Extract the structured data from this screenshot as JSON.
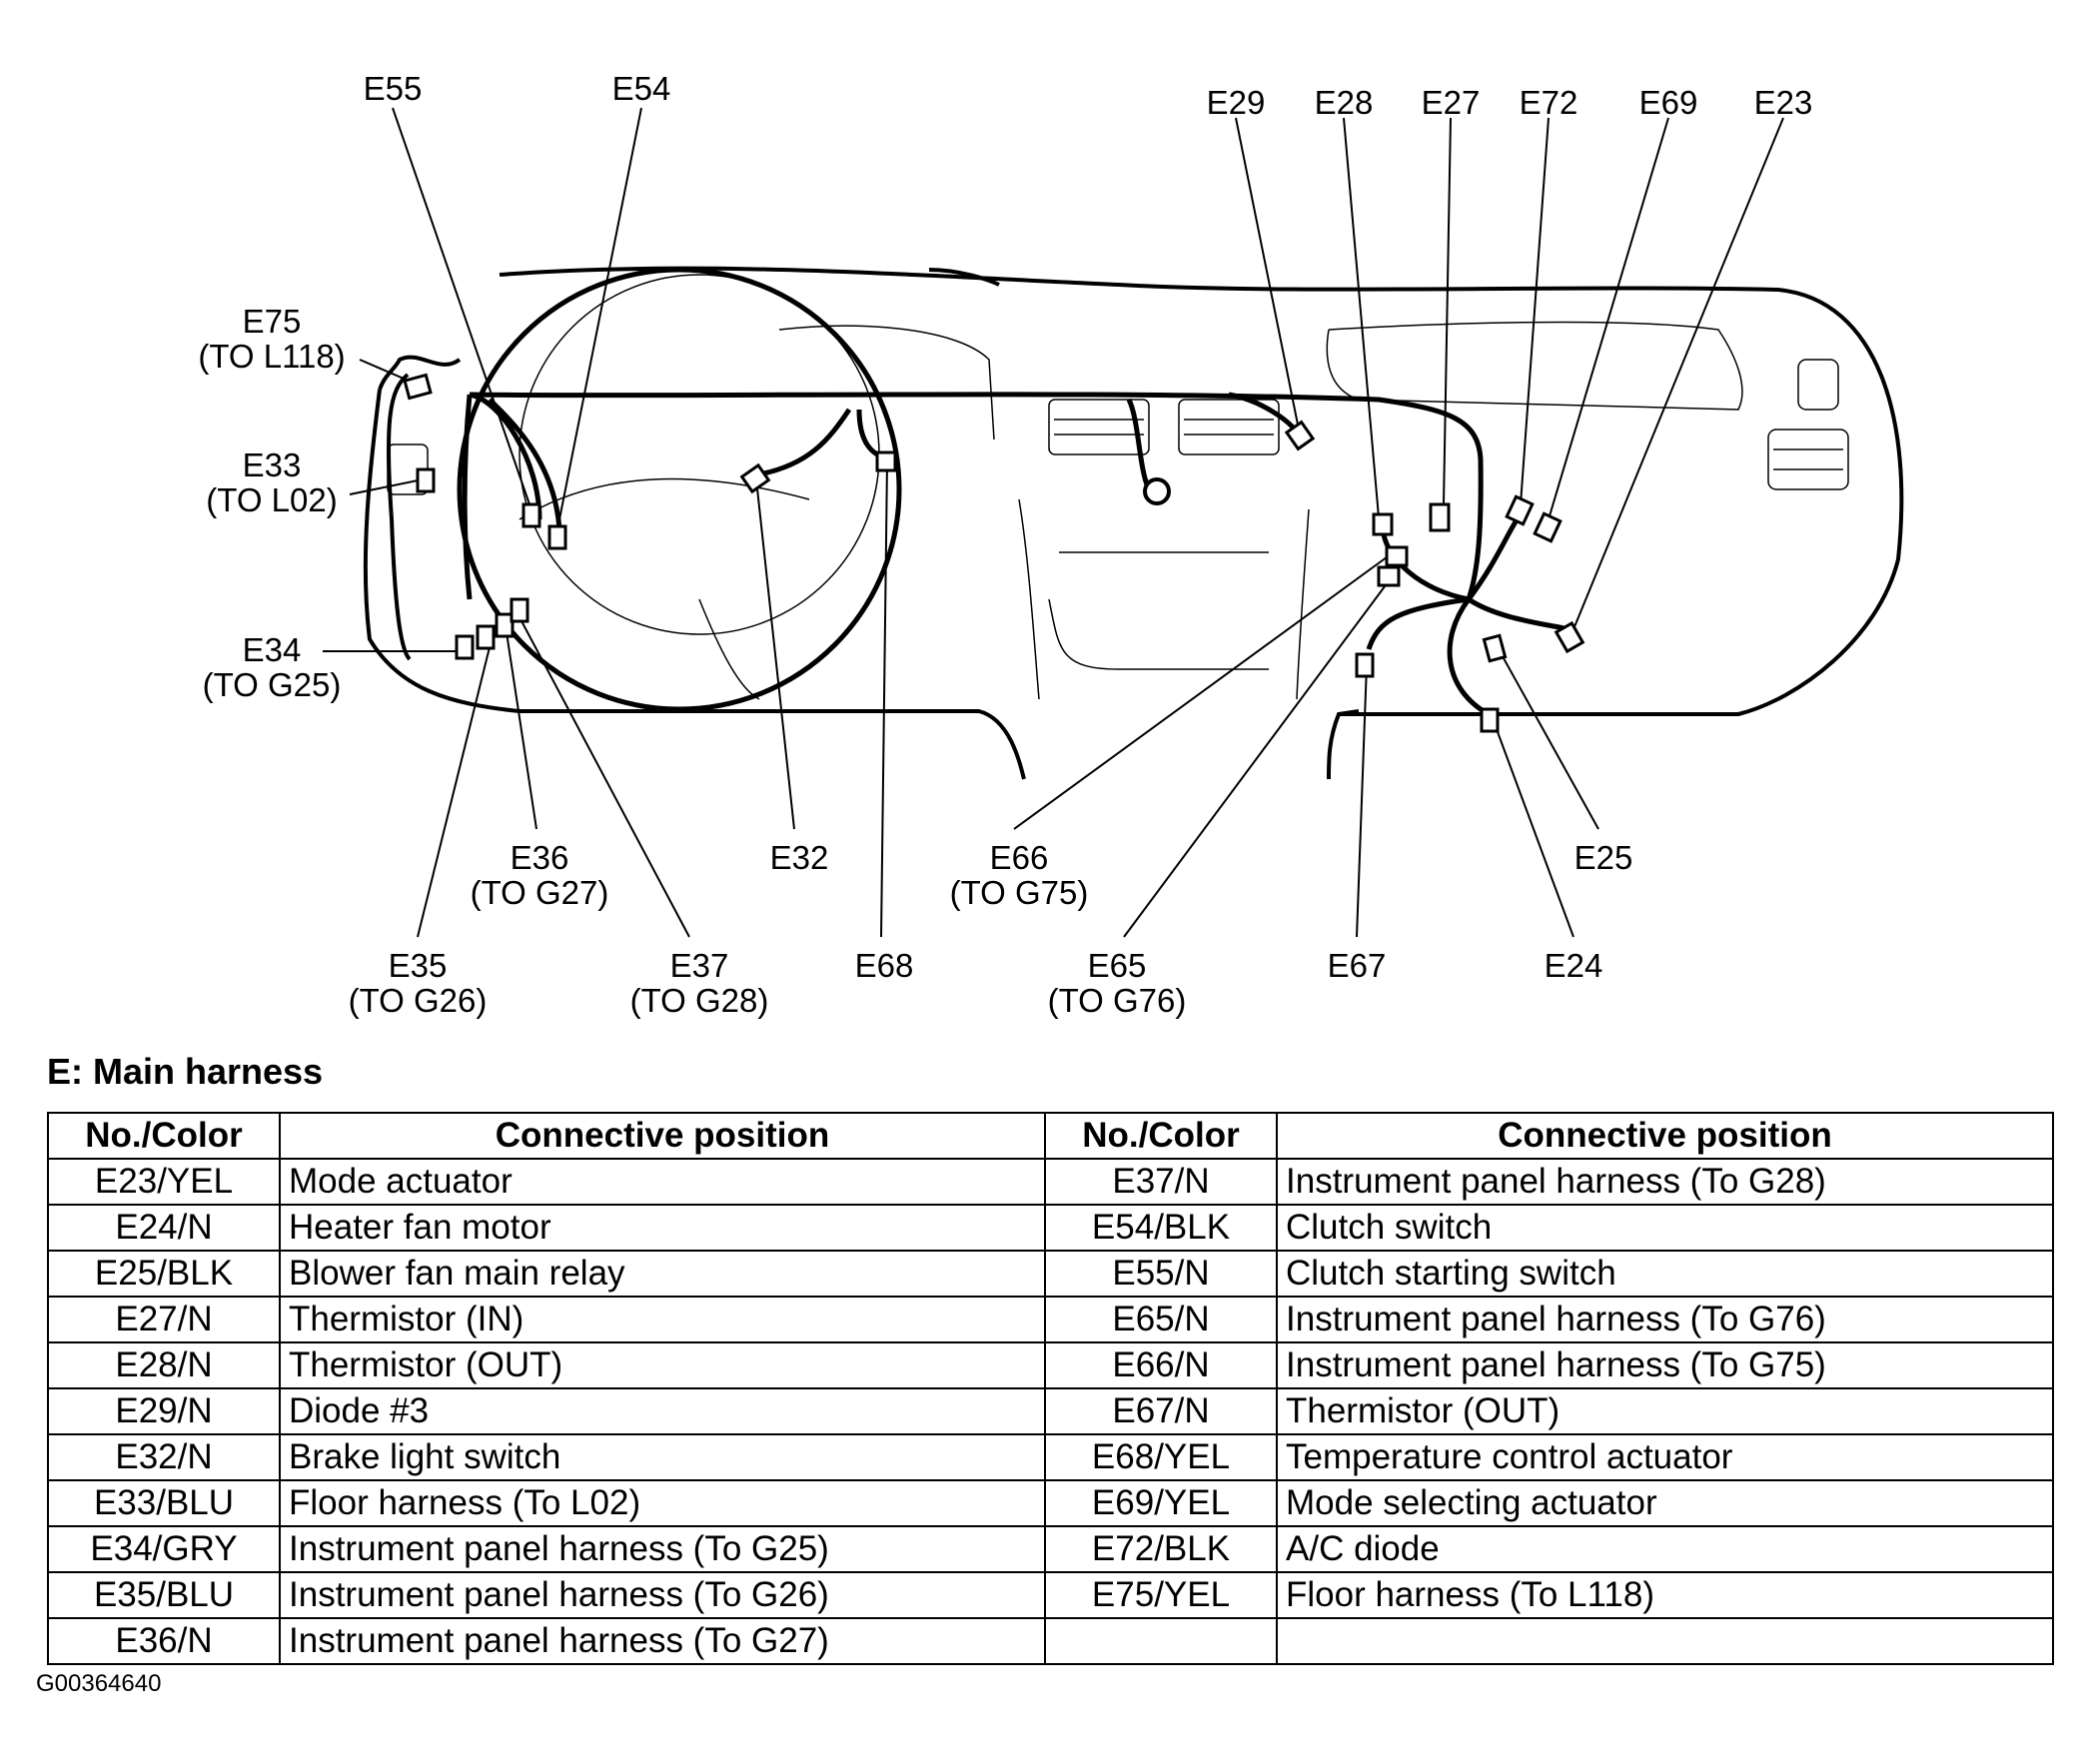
{
  "diagram": {
    "labels": [
      {
        "id": "E55",
        "lines": [
          "E55"
        ]
      },
      {
        "id": "E54",
        "lines": [
          "E54"
        ]
      },
      {
        "id": "E29",
        "lines": [
          "E29"
        ]
      },
      {
        "id": "E28",
        "lines": [
          "E28"
        ]
      },
      {
        "id": "E27",
        "lines": [
          "E27"
        ]
      },
      {
        "id": "E72",
        "lines": [
          "E72"
        ]
      },
      {
        "id": "E69",
        "lines": [
          "E69"
        ]
      },
      {
        "id": "E23",
        "lines": [
          "E23"
        ]
      },
      {
        "id": "E75",
        "lines": [
          "E75",
          "(TO L118)"
        ]
      },
      {
        "id": "E33",
        "lines": [
          "E33",
          "(TO L02)"
        ]
      },
      {
        "id": "E34",
        "lines": [
          "E34",
          "(TO G25)"
        ]
      },
      {
        "id": "E36",
        "lines": [
          "E36",
          "(TO G27)"
        ]
      },
      {
        "id": "E32",
        "lines": [
          "E32"
        ]
      },
      {
        "id": "E66",
        "lines": [
          "E66",
          "(TO G75)"
        ]
      },
      {
        "id": "E25",
        "lines": [
          "E25"
        ]
      },
      {
        "id": "E35",
        "lines": [
          "E35",
          "(TO G26)"
        ]
      },
      {
        "id": "E37",
        "lines": [
          "E37",
          "(TO G28)"
        ]
      },
      {
        "id": "E68",
        "lines": [
          "E68"
        ]
      },
      {
        "id": "E65",
        "lines": [
          "E65",
          "(TO G76)"
        ]
      },
      {
        "id": "E67",
        "lines": [
          "E67"
        ]
      },
      {
        "id": "E24",
        "lines": [
          "E24"
        ]
      }
    ]
  },
  "section_title": "E: Main harness",
  "table": {
    "headers": [
      "No./Color",
      "Connective position",
      "No./Color",
      "Connective position"
    ],
    "rows": [
      [
        "E23/YEL",
        "Mode actuator",
        "E37/N",
        "Instrument panel harness (To G28)"
      ],
      [
        "E24/N",
        "Heater fan motor",
        "E54/BLK",
        "Clutch switch"
      ],
      [
        "E25/BLK",
        "Blower fan main relay",
        "E55/N",
        "Clutch starting switch"
      ],
      [
        "E27/N",
        "Thermistor (IN)",
        "E65/N",
        "Instrument panel harness (To G76)"
      ],
      [
        "E28/N",
        "Thermistor (OUT)",
        "E66/N",
        "Instrument panel harness (To G75)"
      ],
      [
        "E29/N",
        "Diode #3",
        "E67/N",
        "Thermistor (OUT)"
      ],
      [
        "E32/N",
        "Brake light switch",
        "E68/YEL",
        "Temperature control actuator"
      ],
      [
        "E33/BLU",
        "Floor harness (To L02)",
        "E69/YEL",
        "Mode selecting actuator"
      ],
      [
        "E34/GRY",
        "Instrument panel harness (To G25)",
        "E72/BLK",
        "A/C diode"
      ],
      [
        "E35/BLU",
        "Instrument panel harness (To G26)",
        "E75/YEL",
        "Floor harness (To L118)"
      ],
      [
        "E36/N",
        "Instrument panel harness (To G27)",
        "",
        ""
      ]
    ]
  },
  "figure_id": "G00364640"
}
